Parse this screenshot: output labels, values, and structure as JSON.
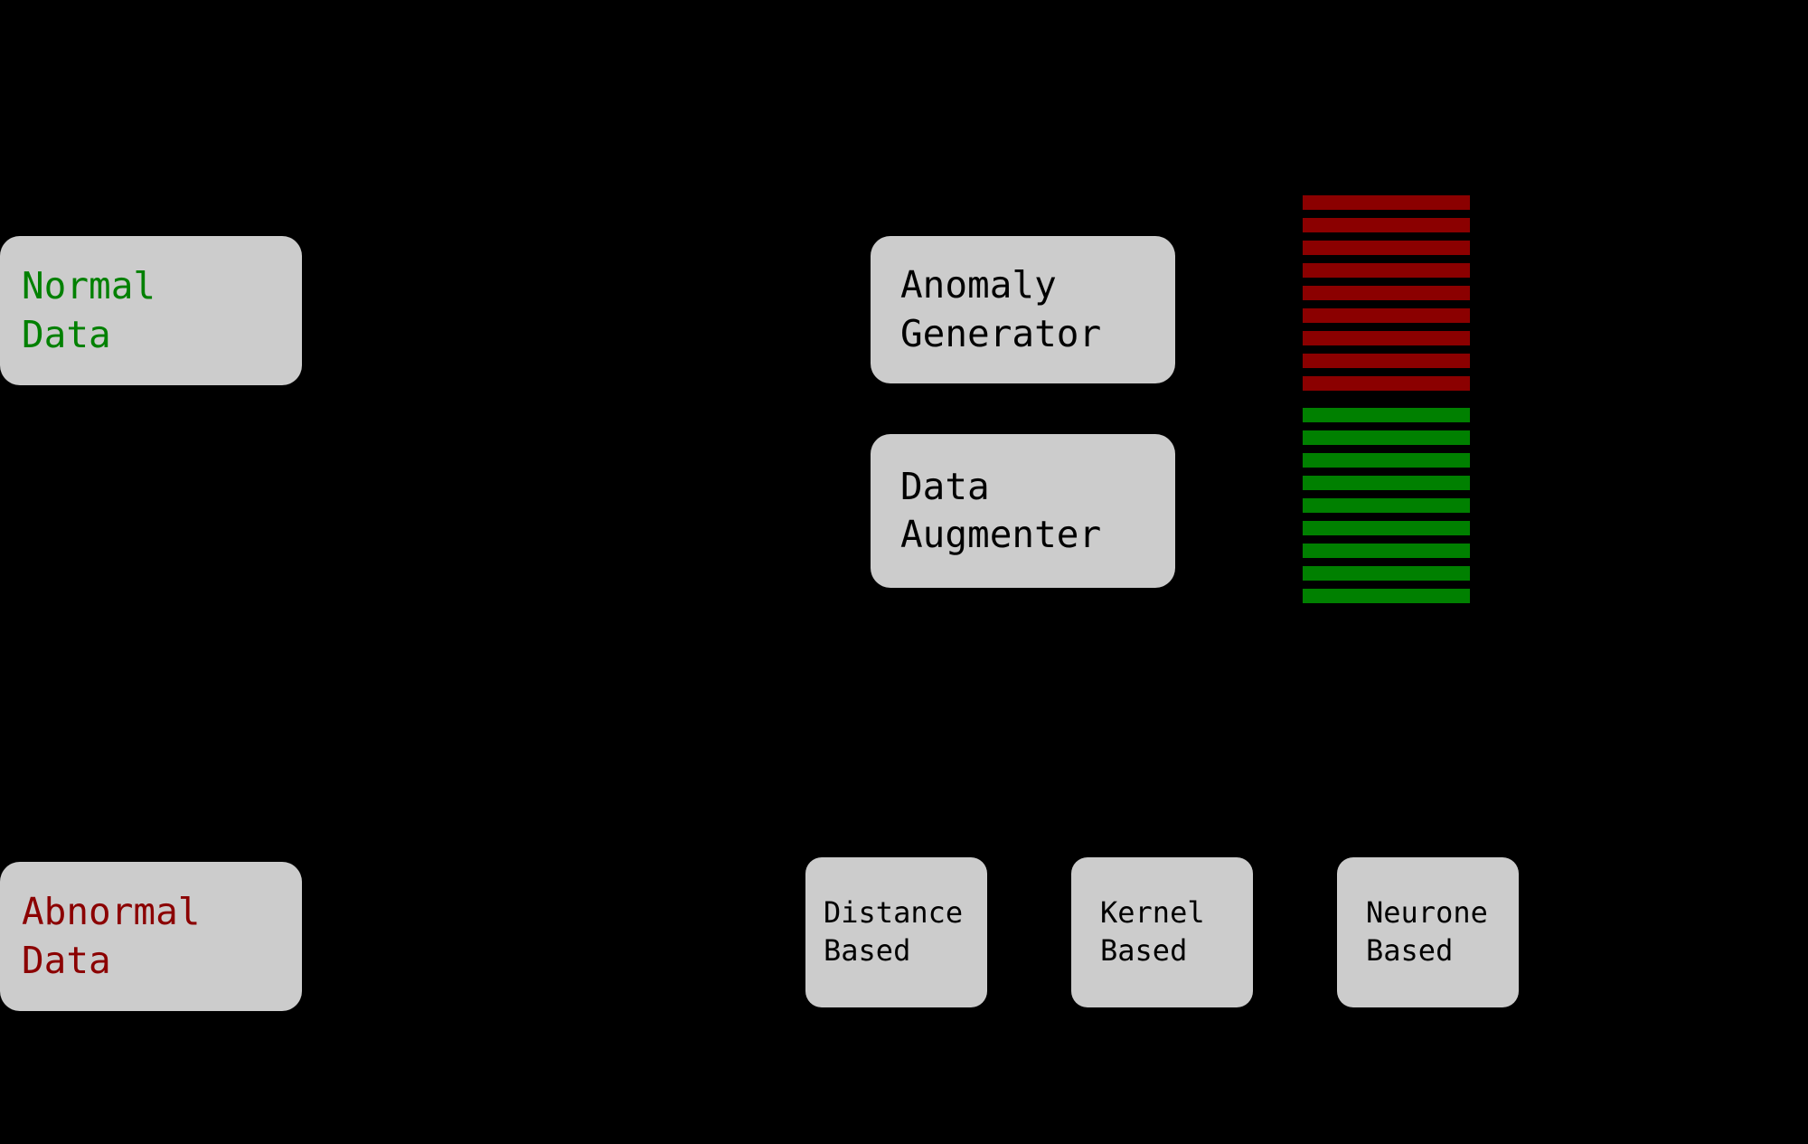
{
  "diagram": {
    "background_color": "#000000",
    "node_fill": "#cccccc",
    "colors": {
      "normal_green": "#008000",
      "abnormal_red": "#8b0000",
      "text_black": "#000000"
    },
    "sources": [
      {
        "id": "normal-data",
        "lines": [
          "Normal",
          "Data"
        ],
        "text_color": "#008000"
      },
      {
        "id": "abnormal-data",
        "lines": [
          "Abnormal",
          "Data"
        ],
        "text_color": "#8b0000"
      }
    ],
    "processors": [
      {
        "id": "anomaly-generator",
        "lines": [
          "Anomaly",
          "Generator"
        ],
        "text_color": "#000000"
      },
      {
        "id": "data-augmenter",
        "lines": [
          "Data",
          "Augmenter"
        ],
        "text_color": "#000000"
      }
    ],
    "methods": [
      {
        "id": "distance-based",
        "lines": [
          "Distance",
          "Based"
        ]
      },
      {
        "id": "kernel-based",
        "lines": [
          "Kernel",
          "Based"
        ]
      },
      {
        "id": "neurone-based",
        "lines": [
          "Neurone",
          "Based"
        ]
      }
    ],
    "sample_block": {
      "label": "mixed-sample-stripes",
      "abnormal_stripe_count": 9,
      "normal_stripe_count": 9,
      "abnormal_color": "#8b0000",
      "normal_color": "#008000",
      "stripe_spacing": 25,
      "stripe_height": 16
    }
  }
}
